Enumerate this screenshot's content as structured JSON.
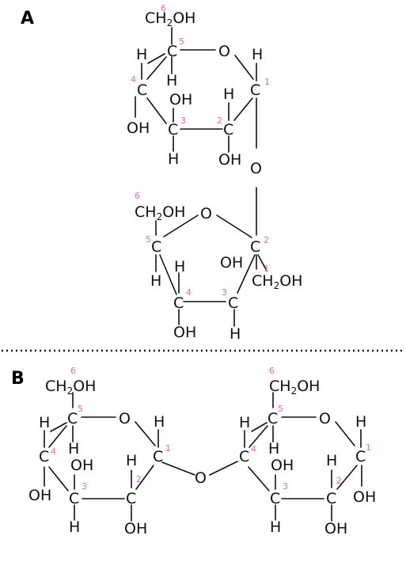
{
  "panels": {
    "a": "A",
    "b": "B"
  },
  "atoms": {
    "carbon": "C",
    "oxygen": "O",
    "hydrogen": "H",
    "hydroxyl": "OH",
    "ch2_main": "CH",
    "ch2_sub": "2",
    "ch2_tail": "OH"
  },
  "carbon_numbers": {
    "c1": "1",
    "c2": "2",
    "c3": "3",
    "c4": "4",
    "c5": "5",
    "c6": "6"
  },
  "colors": {
    "atom_text": "#111111",
    "carbon_number": "#e066d4",
    "background": "#ffffff"
  }
}
